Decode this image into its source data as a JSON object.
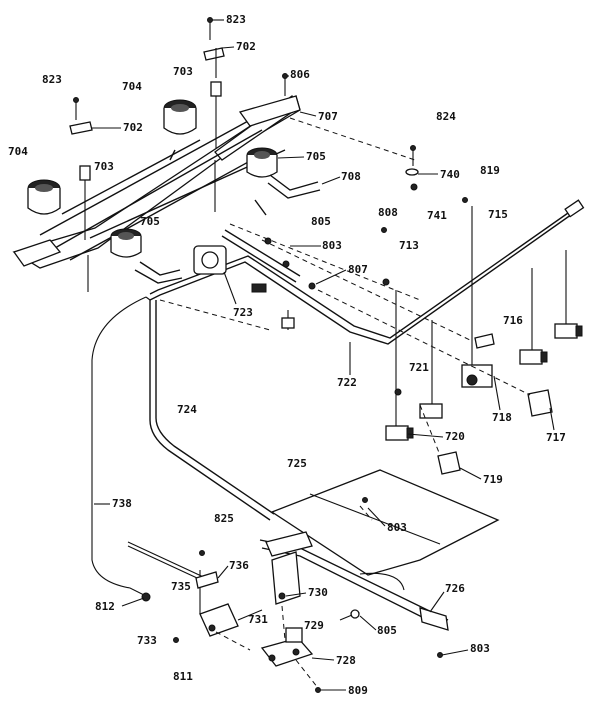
{
  "diagram": {
    "labels": [
      {
        "id": "823-top",
        "text": "823"
      },
      {
        "id": "702-top",
        "text": "702"
      },
      {
        "id": "806",
        "text": "806"
      },
      {
        "id": "703-top",
        "text": "703"
      },
      {
        "id": "823-left",
        "text": "823"
      },
      {
        "id": "704-top",
        "text": "704"
      },
      {
        "id": "707",
        "text": "707"
      },
      {
        "id": "702-left",
        "text": "702"
      },
      {
        "id": "824",
        "text": "824"
      },
      {
        "id": "704-left",
        "text": "704"
      },
      {
        "id": "703-left",
        "text": "703"
      },
      {
        "id": "705-right",
        "text": "705"
      },
      {
        "id": "740",
        "text": "740"
      },
      {
        "id": "819",
        "text": "819"
      },
      {
        "id": "708",
        "text": "708"
      },
      {
        "id": "741",
        "text": "741"
      },
      {
        "id": "808",
        "text": "808"
      },
      {
        "id": "715",
        "text": "715"
      },
      {
        "id": "705-left",
        "text": "705"
      },
      {
        "id": "805-top",
        "text": "805"
      },
      {
        "id": "713",
        "text": "713"
      },
      {
        "id": "803-top",
        "text": "803"
      },
      {
        "id": "807",
        "text": "807"
      },
      {
        "id": "723",
        "text": "723"
      },
      {
        "id": "716",
        "text": "716"
      },
      {
        "id": "722",
        "text": "722"
      },
      {
        "id": "721",
        "text": "721"
      },
      {
        "id": "718",
        "text": "718"
      },
      {
        "id": "724",
        "text": "724"
      },
      {
        "id": "720",
        "text": "720"
      },
      {
        "id": "717",
        "text": "717"
      },
      {
        "id": "719",
        "text": "719"
      },
      {
        "id": "725",
        "text": "725"
      },
      {
        "id": "738",
        "text": "738"
      },
      {
        "id": "803-mid",
        "text": "803"
      },
      {
        "id": "825",
        "text": "825"
      },
      {
        "id": "736",
        "text": "736"
      },
      {
        "id": "726",
        "text": "726"
      },
      {
        "id": "735",
        "text": "735"
      },
      {
        "id": "730",
        "text": "730"
      },
      {
        "id": "812",
        "text": "812"
      },
      {
        "id": "731",
        "text": "731"
      },
      {
        "id": "729",
        "text": "729"
      },
      {
        "id": "805-bottom",
        "text": "805"
      },
      {
        "id": "733",
        "text": "733"
      },
      {
        "id": "803-bottom",
        "text": "803"
      },
      {
        "id": "811",
        "text": "811"
      },
      {
        "id": "728",
        "text": "728"
      },
      {
        "id": "809",
        "text": "809"
      }
    ]
  }
}
